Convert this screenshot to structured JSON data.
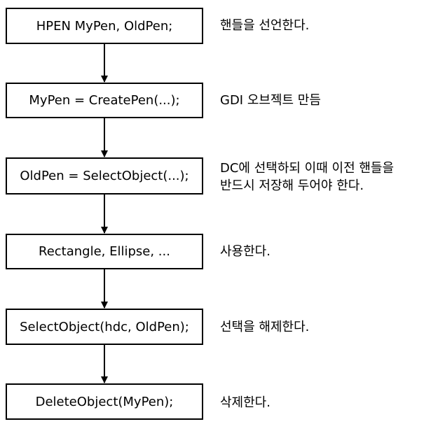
{
  "steps": [
    {
      "code": "HPEN MyPen, OldPen;",
      "note": [
        "핸들을 선언한다."
      ]
    },
    {
      "code": "MyPen = CreatePen(...);",
      "note": [
        "GDI 오브젝트 만듬"
      ]
    },
    {
      "code": "OldPen = SelectObject(...);",
      "note": [
        "DC에 선택하되 이때 이전 핸들을",
        "반드시 저장해 두어야 한다."
      ]
    },
    {
      "code": "Rectangle, Ellipse, ...",
      "note": [
        "사용한다."
      ]
    },
    {
      "code": "SelectObject(hdc, OldPen);",
      "note": [
        "선택을 해제한다."
      ]
    },
    {
      "code": "DeleteObject(MyPen);",
      "note": [
        "삭제한다."
      ]
    }
  ]
}
